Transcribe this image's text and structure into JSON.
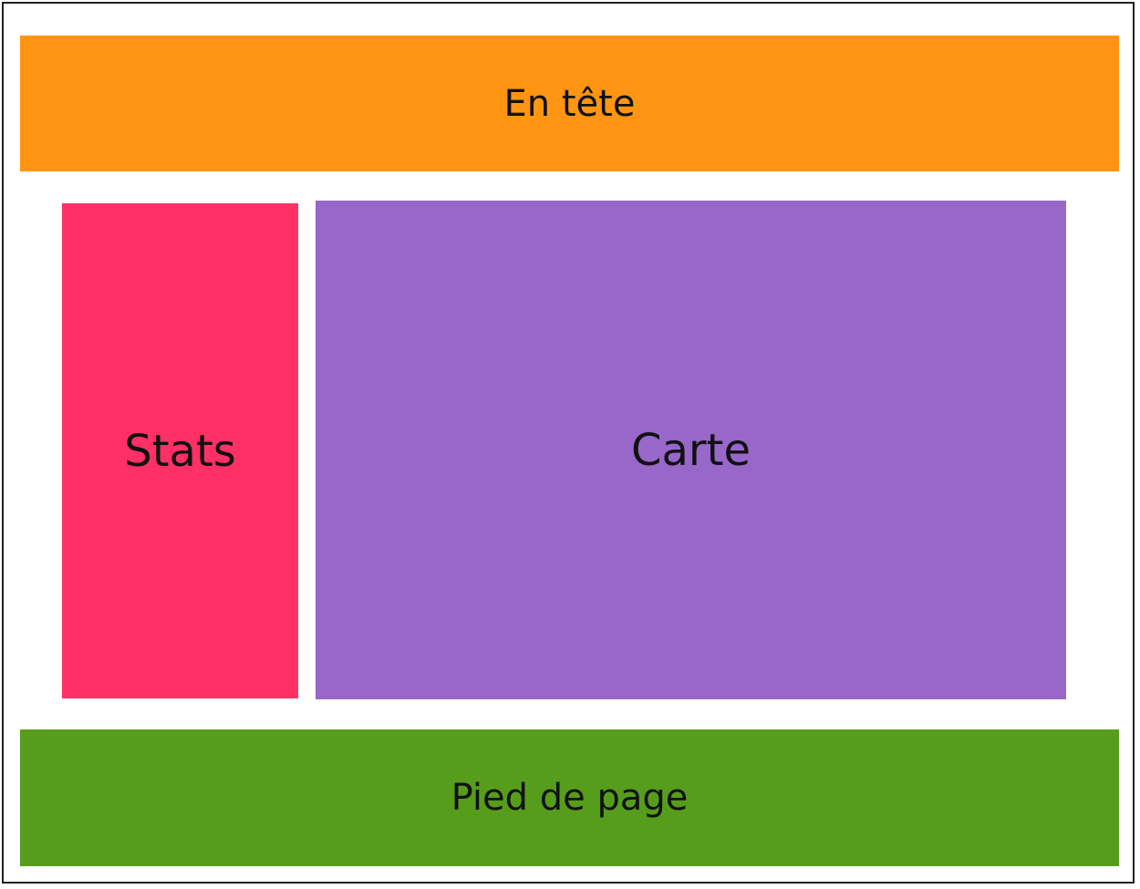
{
  "layout": {
    "header": {
      "label": "En tête",
      "color": "#ff9512"
    },
    "sidebar": {
      "label": "Stats",
      "color": "#ff3066"
    },
    "main": {
      "label": "Carte",
      "color": "#9867ca"
    },
    "footer": {
      "label": "Pied de page",
      "color": "#579d1c"
    }
  }
}
